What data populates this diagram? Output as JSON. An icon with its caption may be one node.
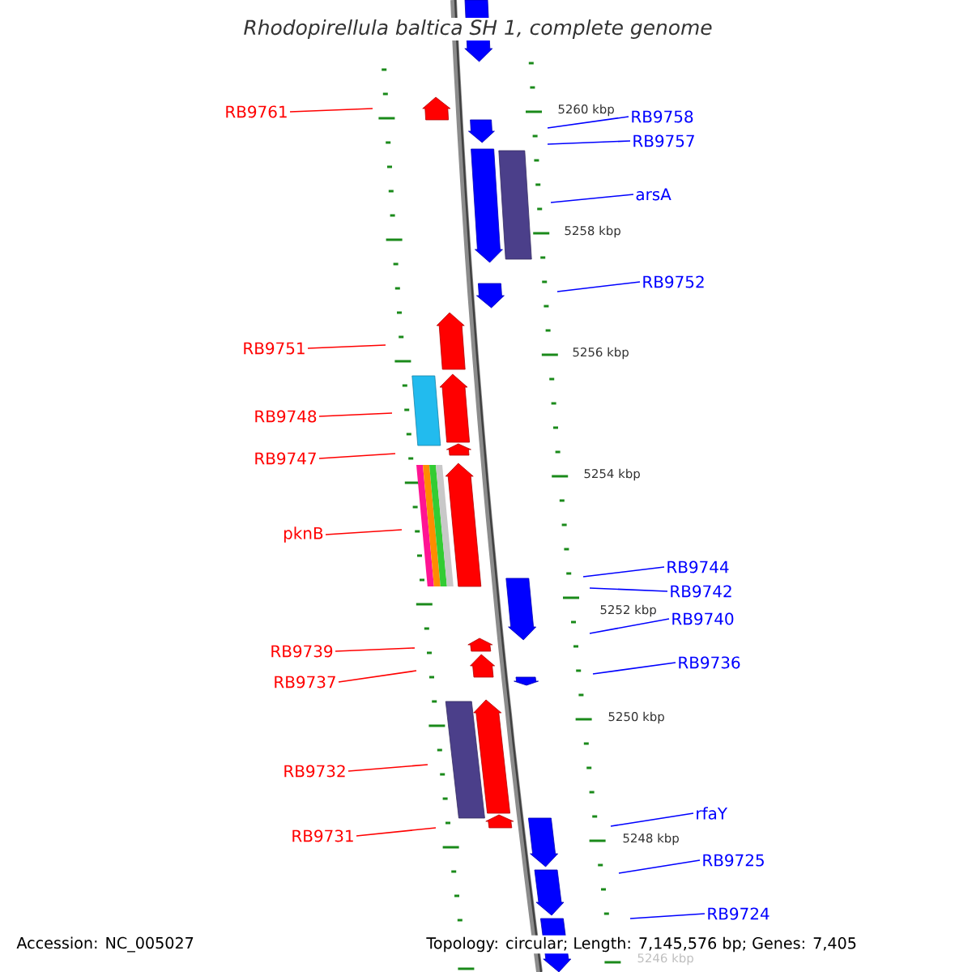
{
  "diagram": {
    "title": "*Rhodopirellula baltica SH 1, complete genome*",
    "nodes": [
      {
        "text": [
          "RB9761"
        ]
      },
      {
        "text": [
          "RB9758"
        ]
      },
      {
        "text": [
          "RB9757"
        ]
      },
      {
        "text": [
          "arsA"
        ]
      },
      {
        "text": [
          "RB9752"
        ]
      },
      {
        "text": [
          "RB9751"
        ]
      },
      {
        "text": [
          "RB9748"
        ]
      },
      {
        "text": [
          "RB9747"
        ]
      },
      {
        "text": [
          "pknB"
        ]
      },
      {
        "text": [
          "RB9744"
        ]
      },
      {
        "text": [
          "RB9742"
        ]
      },
      {
        "text": [
          "RB9740"
        ]
      },
      {
        "text": [
          "RB9739"
        ]
      },
      {
        "text": [
          "RB9736"
        ]
      },
      {
        "text": [
          "RB9737"
        ]
      },
      {
        "text": [
          "RB9732"
        ]
      },
      {
        "text": [
          "rfaY"
        ]
      },
      {
        "text": [
          "RB9731"
        ]
      },
      {
        "text": [
          "RB9725"
        ]
      },
      {
        "text": [
          "RB9724"
        ]
      }
    ],
    "edges": [
      {
        "from": 0,
        "to": null,
        "arrow": "none",
        "color": "#ff0000"
      },
      {
        "from": 1,
        "to": null,
        "arrow": "none"
      },
      {
        "from": 2,
        "to": null,
        "arrow": "none"
      },
      {
        "from": 3,
        "to": null,
        "arrow": "none"
      },
      {
        "from": 4,
        "to": null,
        "arrow": "none"
      },
      {
        "from": 5,
        "to": null,
        "arrow": "none",
        "color": "#ff0000"
      },
      {
        "from": 6,
        "to": null,
        "arrow": "none",
        "color": "#ff0000"
      },
      {
        "from": 7,
        "to": null,
        "arrow": "none",
        "color": "#ff0000"
      },
      {
        "from": 8,
        "to": null,
        "arrow": "none",
        "color": "#ff0000"
      },
      {
        "from": 9,
        "to": null,
        "arrow": "none"
      },
      {
        "from": 10,
        "to": null,
        "arrow": "none"
      },
      {
        "from": 11,
        "to": null,
        "arrow": "none"
      },
      {
        "from": 12,
        "to": null,
        "arrow": "none",
        "color": "#ff0000"
      },
      {
        "from": 13,
        "to": null,
        "arrow": "none"
      },
      {
        "from": 14,
        "to": null,
        "arrow": "none",
        "color": "#ff0000"
      },
      {
        "from": 15,
        "to": null,
        "arrow": "none",
        "color": "#ff0000"
      },
      {
        "from": 16,
        "to": null,
        "arrow": "none"
      },
      {
        "from": 17,
        "to": null,
        "arrow": "none",
        "color": "#ff0000"
      },
      {
        "from": 18,
        "to": null,
        "arrow": "none"
      },
      {
        "from": 19,
        "to": null,
        "arrow": "none"
      }
    ],
    "labels": [
      "5260 kbp",
      "5258 kbp",
      "5256 kbp",
      "5254 kbp",
      "5252 kbp",
      "5250 kbp",
      "5248 kbp",
      "5246 kbp",
      "Accession: NC_005027",
      "Topology: circular; Length: 7,145,576 bp; Genes: 7,405"
    ]
  }
}
